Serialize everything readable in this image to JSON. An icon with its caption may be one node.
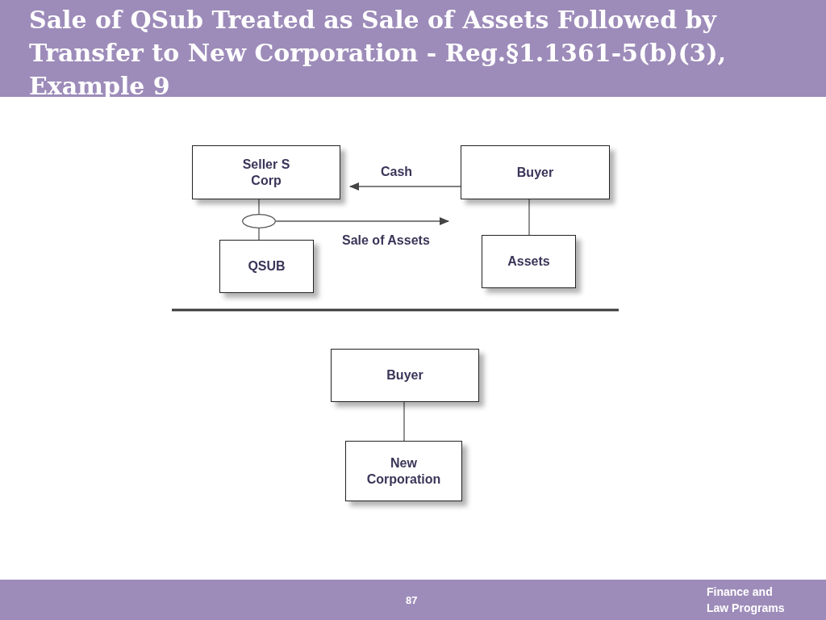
{
  "diagram": {
    "title": "Sale of QSub Treated as Sale of Assets Followed by Transfer to New Corporation - Reg.§1.1361-5(b)(3), Example 9",
    "nodes": [
      {
        "text": [
          "Seller S Corp"
        ]
      },
      {
        "text": [
          "Buyer"
        ]
      },
      {
        "text": [
          "QSUB"
        ]
      },
      {
        "text": [
          "Assets"
        ]
      },
      {
        "text": [
          "Buyer"
        ]
      },
      {
        "text": [
          "New Corporation"
        ]
      },
      {
        "text": [],
        "shape": "circle"
      }
    ],
    "edges": [
      {
        "from": 0,
        "to": 6,
        "arrow": "none"
      },
      {
        "from": 6,
        "to": 2,
        "arrow": "none"
      },
      {
        "from": 1,
        "to": 0,
        "arrow": "to",
        "label": "Cash"
      },
      {
        "from": 6,
        "to": null,
        "arrow": "to",
        "label": "Sale of Assets"
      },
      {
        "from": 1,
        "to": 3,
        "arrow": "none"
      },
      {
        "from": 4,
        "to": 5,
        "arrow": "none"
      }
    ],
    "labels": [
      "87",
      "Finance and Law Programs"
    ]
  }
}
